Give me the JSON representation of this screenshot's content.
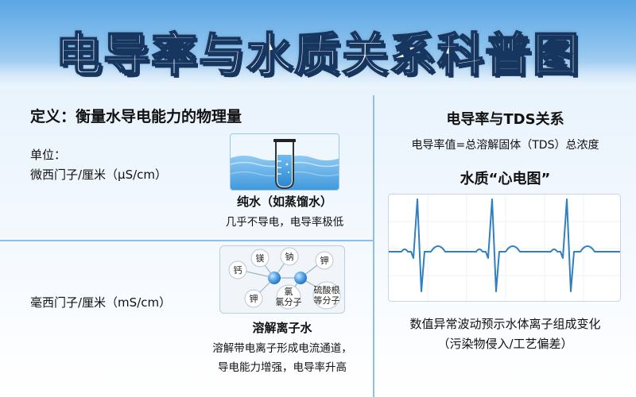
{
  "title": "电导率与水质关系科普图",
  "left": {
    "definition": "定义：衡量水导电能力的物理量",
    "unit_label": "单位：",
    "unit_1": "微西门子/厘米（μS/cm）",
    "unit_2": "毫西门子/厘米（mS/cm）",
    "pure_water": {
      "title": "纯水（如蒸馏水）",
      "desc": "几乎不导电，电导率极低"
    },
    "ions": {
      "calcium": "钙",
      "magnesium": "镁",
      "sodium": "钠",
      "potassium_top": "钾",
      "potassium_bottom": "钾",
      "chloride_line1": "氯",
      "chloride_line2": "氯分子",
      "sulfate_line1": "硫酸根",
      "sulfate_line2": "等分子"
    },
    "solution": {
      "title": "溶解离子水",
      "desc_1": "溶解带电离子形成电流通道，",
      "desc_2": "导电能力增强，电导率升高"
    }
  },
  "right": {
    "tds_title": "电导率与TDS关系",
    "tds_desc": "电导率值=总溶解固体（TDS）总浓度",
    "ecg_title": "水质“心电图”",
    "ecg_desc_1": "数值异常波动预示水体离子组成变化",
    "ecg_desc_2": "（污染物侵入/工艺偏差）"
  },
  "colors": {
    "header_blue": "#5aa6e4",
    "title_stroke": "#17365f",
    "divider": "#8cc0ea",
    "water": "#4aa8e8",
    "ecg_line": "#2f7fc1",
    "ion_sphere": "#5aa9ea"
  }
}
